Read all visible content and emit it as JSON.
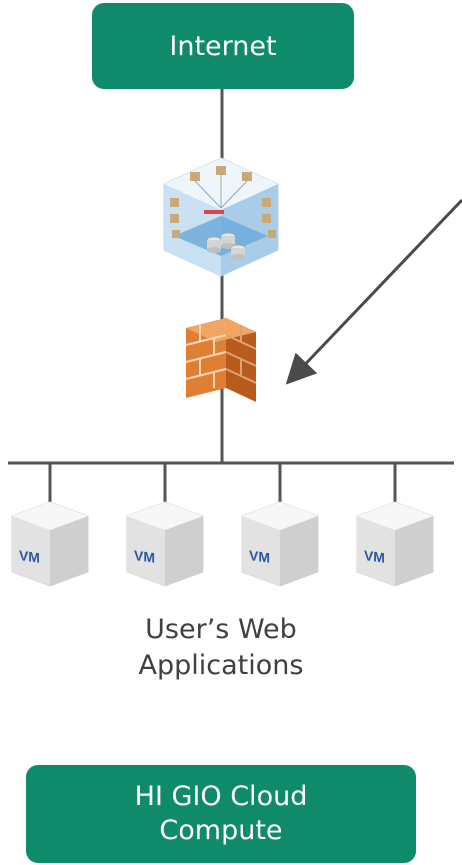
{
  "top_box": {
    "label": "Internet",
    "color": "#0f8a6a"
  },
  "bottom_box": {
    "line1": "HI GIO Cloud",
    "line2": "Compute",
    "color": "#0f8a6a"
  },
  "caption": {
    "line1": "User’s Web",
    "line2": "Applications"
  },
  "vm_nodes": [
    {
      "label": "VM"
    },
    {
      "label": "VM"
    },
    {
      "label": "VM"
    },
    {
      "label": "VM"
    }
  ],
  "icons": {
    "edge_router": "network-cube-icon",
    "firewall": "firewall-icon",
    "vm": "vm-cube-icon"
  },
  "colors": {
    "line": "#555555",
    "arrow": "#4a4a4a",
    "firewall": "#d4772f",
    "router": "#9fc8e6"
  }
}
